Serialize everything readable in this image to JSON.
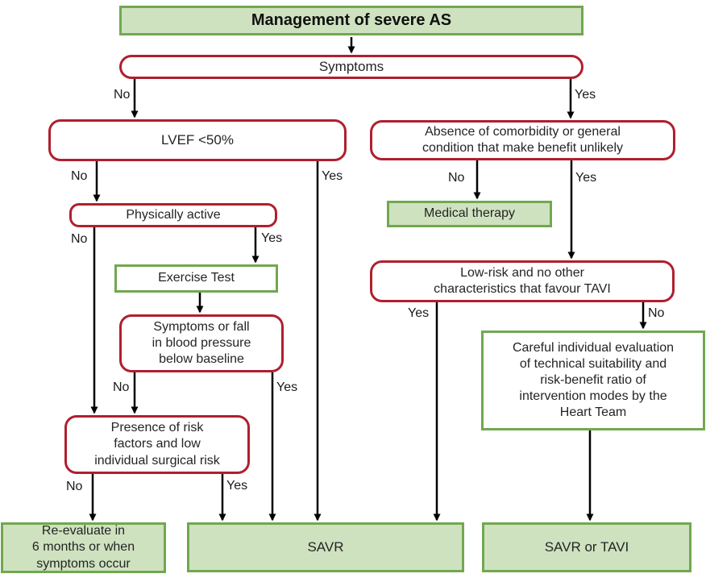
{
  "title": "Management of severe AS",
  "nodes": {
    "symptoms": "Symptoms",
    "lvef": "LVEF <50%",
    "absence_comorbidity": "Absence of comorbidity or general\ncondition that make benefit unlikely",
    "physically_active": "Physically active",
    "medical_therapy": "Medical therapy",
    "exercise_test": "Exercise Test",
    "low_risk": "Low-risk and no other\ncharacteristics that favour TAVI",
    "symptoms_fall_bp": "Symptoms or fall\nin blood pressure\nbelow baseline",
    "careful_evaluation": "Careful individual evaluation\nof technical suitability and\nrisk-benefit ratio of\nintervention modes by the\nHeart Team",
    "presence_risk": "Presence of risk\nfactors and low\nindividual surgical risk",
    "reevaluate": "Re-evaluate in\n6 months or when\nsymptoms occur",
    "savr": "SAVR",
    "savr_tavi": "SAVR or TAVI"
  },
  "edge_labels": {
    "no": "No",
    "yes": "Yes"
  },
  "colors": {
    "green_fill": "#cfe2c0",
    "green_border": "#71a84f",
    "red_border": "#b01f2e",
    "line_color": "#000000",
    "text_color": "#242424"
  }
}
